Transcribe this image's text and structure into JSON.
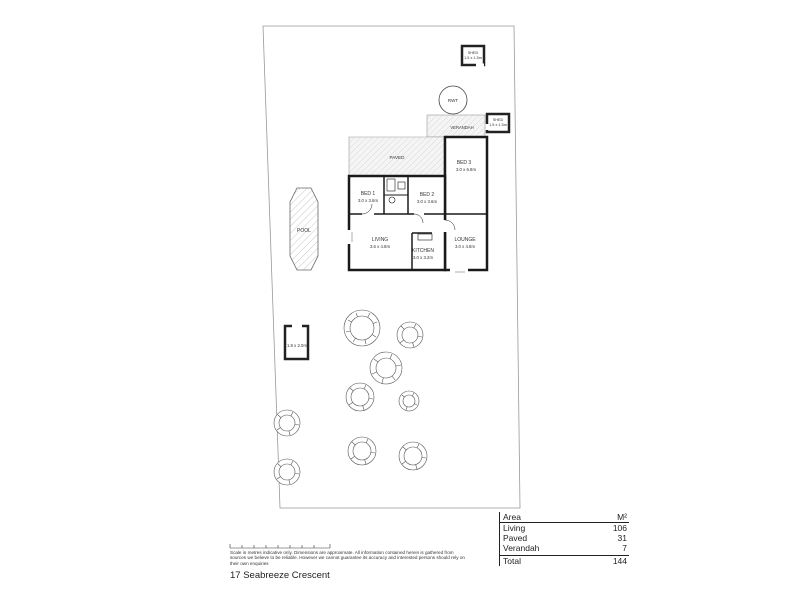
{
  "rooms": {
    "bed1": {
      "name": "BED 1",
      "size": "3.0 x 3.6m"
    },
    "bed2": {
      "name": "BED 2",
      "size": "3.0 x 3.6m"
    },
    "bed3": {
      "name": "BED 3",
      "size": "3.0 x 6.8m"
    },
    "living": {
      "name": "LIVING",
      "size": "3.6 x 4.8m"
    },
    "kitchen": {
      "name": "KITCHEN",
      "size": "3.0 x 3.2m"
    },
    "lounge": {
      "name": "LOUNGE",
      "size": "3.0 x 4.8m"
    },
    "paved": {
      "name": "PAVED"
    },
    "verandah": {
      "name": "VERANDAH"
    },
    "pool": {
      "name": "POOL"
    },
    "rwt": {
      "name": "RWT"
    },
    "shed1": {
      "name": "SHED",
      "size": "1.5 x 1.5m"
    },
    "shed2": {
      "name": "SHED",
      "size": "1.5 x 1.5m"
    },
    "outbuilding": {
      "size": "1.8 x 2.0m"
    }
  },
  "area_table": {
    "header_label": "Area",
    "header_unit": "M²",
    "rows": [
      {
        "label": "Living",
        "value": "106"
      },
      {
        "label": "Paved",
        "value": "31"
      },
      {
        "label": "Verandah",
        "value": "7"
      }
    ],
    "total_label": "Total",
    "total_value": "144"
  },
  "disclaimer": "Scale in metres indicative only. Dimensions are approximate. All information contained herein is gathered from sources we believe to be reliable. However we cannot guarantee its accuracy and interested persons should rely on their own enquiries",
  "address": "17 Seabreeze Crescent"
}
